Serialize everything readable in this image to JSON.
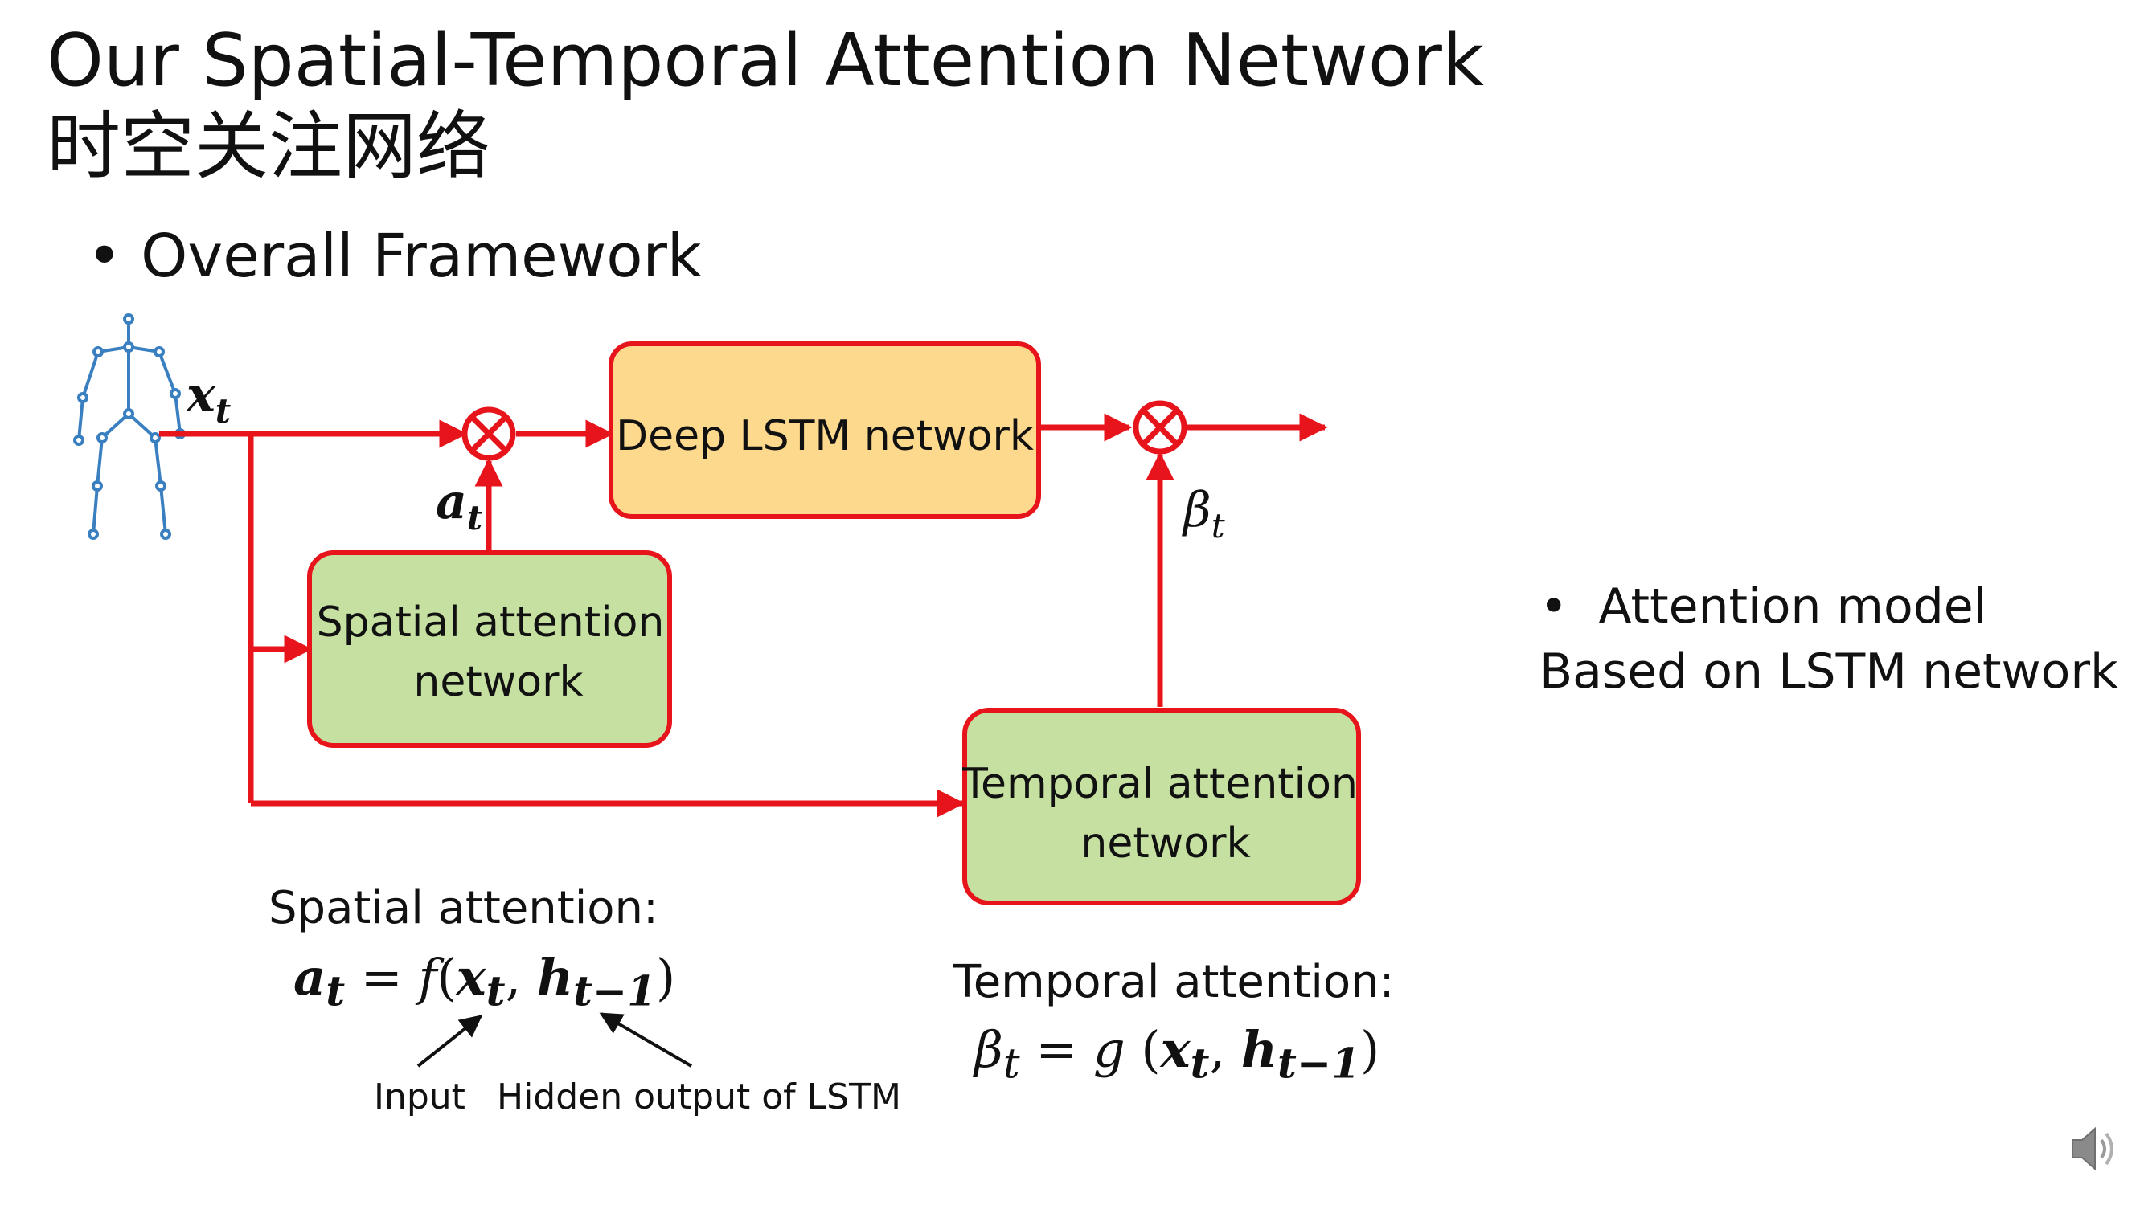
{
  "slide": {
    "title": "Our Spatial-Temporal Attention Network",
    "subtitle": "时空关注网络",
    "bullet": "Overall Framework"
  },
  "diagram": {
    "input_label": "x",
    "input_sub": "t",
    "spatial_weight": "a",
    "spatial_weight_sub": "t",
    "temporal_weight": "β",
    "temporal_weight_sub": "t",
    "lstm_box": "Deep LSTM network",
    "spatial_box_line1": "Spatial attention",
    "spatial_box_line2": "network",
    "temporal_box_line1": "Temporal attention",
    "temporal_box_line2": "network",
    "colors": {
      "arrow": "#e8141b",
      "lstm_fill": "#fcd98c",
      "attention_fill": "#c5e0a0",
      "skeleton": "#3a7fc0"
    }
  },
  "equations": {
    "spatial_label": "Spatial attention:",
    "spatial_lhs": "a",
    "spatial_lhs_sub": "t",
    "spatial_fn": "f",
    "temporal_label": "Temporal attention:",
    "temporal_lhs": "β",
    "temporal_lhs_sub": "t",
    "temporal_fn": "g",
    "arg_x": "x",
    "arg_x_sub": "t",
    "arg_h": "h",
    "arg_h_sub": "t−1",
    "note_input": "Input",
    "note_hidden": "Hidden output of LSTM"
  },
  "side_note": {
    "line1": "Attention model",
    "line2": "Based on LSTM network"
  },
  "icons": {
    "speaker": "speaker-icon",
    "skeleton": "skeleton-icon",
    "multiply": "multiply-icon"
  }
}
